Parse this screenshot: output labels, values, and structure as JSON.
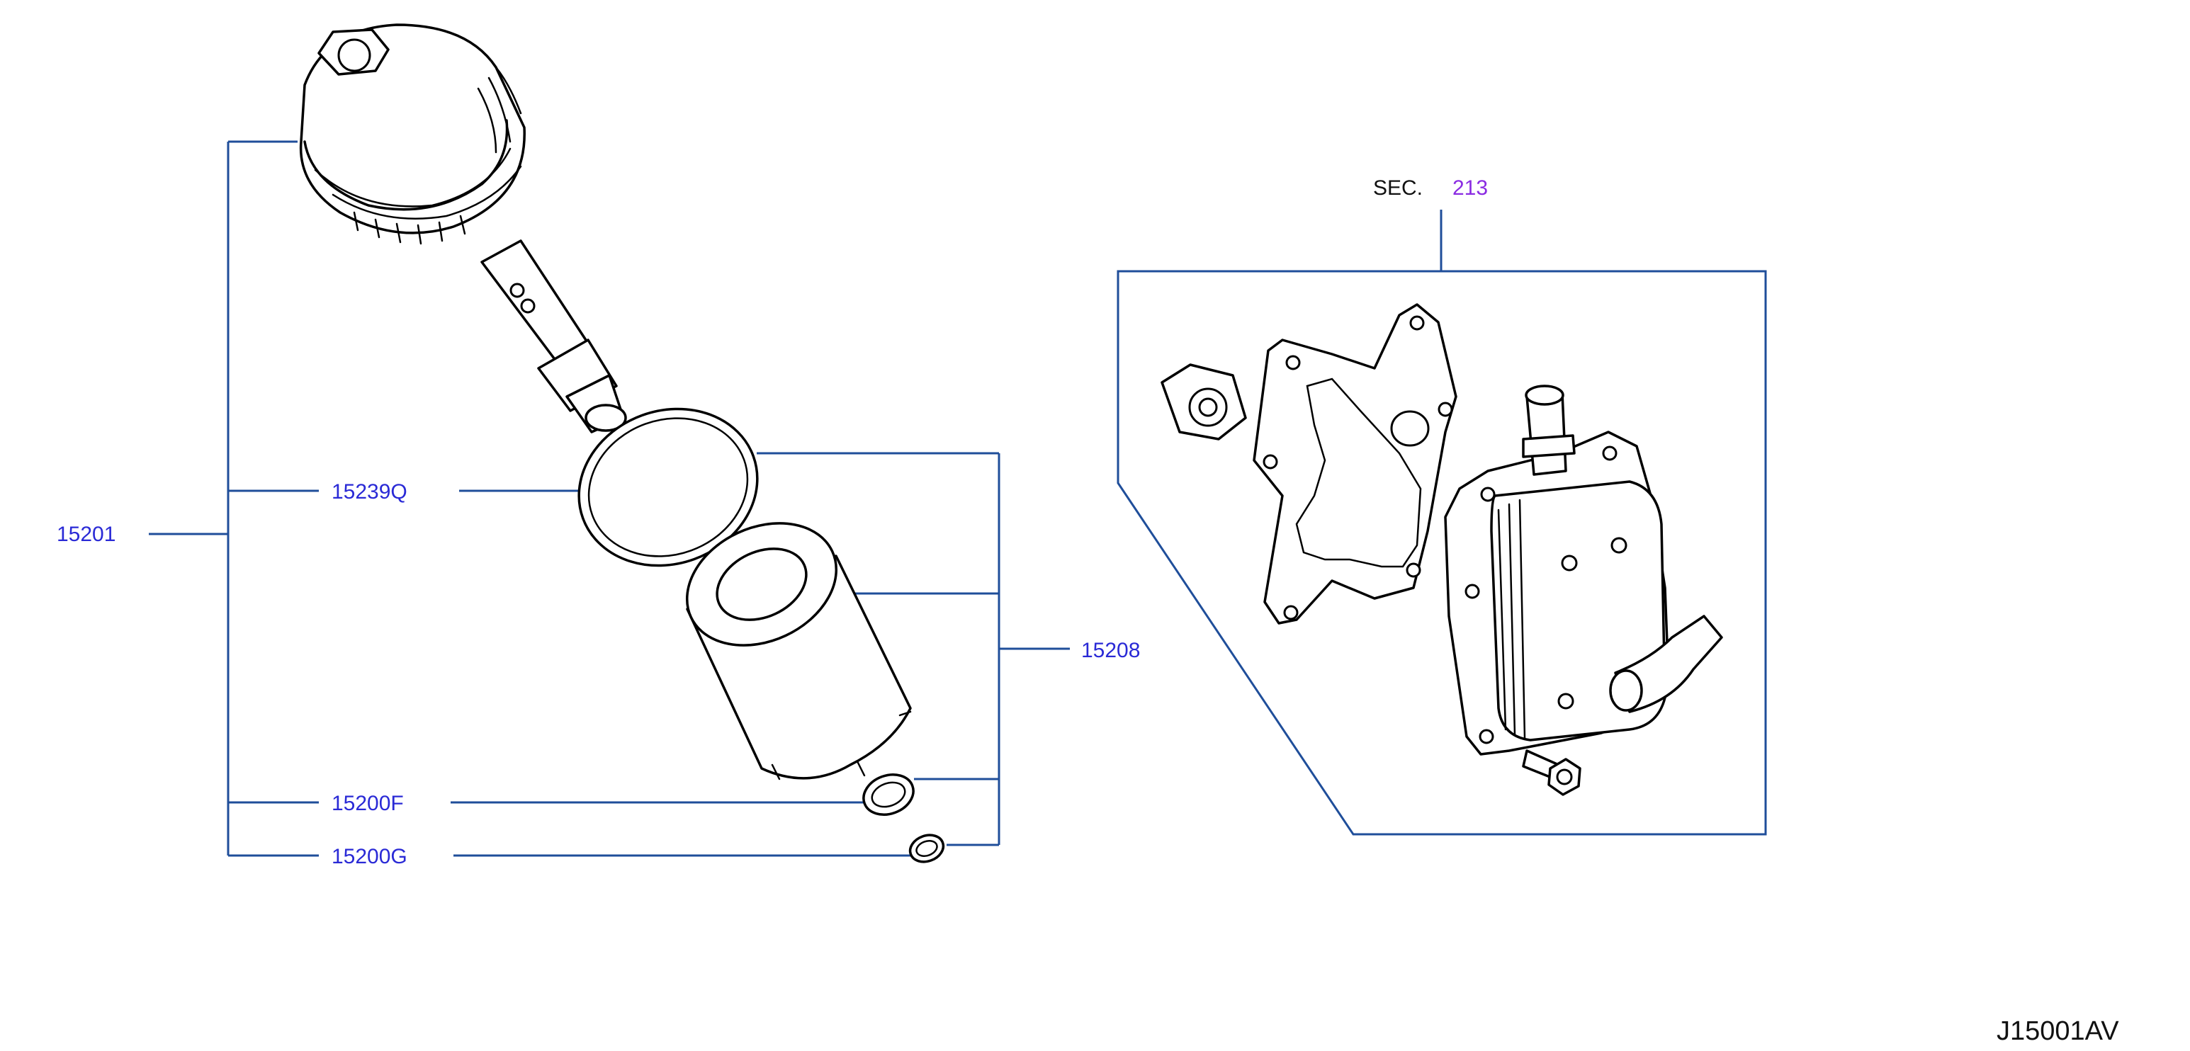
{
  "labels": {
    "part_15201": "15201",
    "part_15239Q": "15239Q",
    "part_15208": "15208",
    "part_15200F": "15200F",
    "part_15200G": "15200G",
    "sec_prefix": "SEC.",
    "sec_number": "213",
    "diagram_code": "J15001AV"
  },
  "colors": {
    "part_number_text": "#2a2ad6",
    "leader_lines": "#1f4e9a",
    "section_reference": "#8a2be2",
    "drawing_lines": "#000000"
  }
}
